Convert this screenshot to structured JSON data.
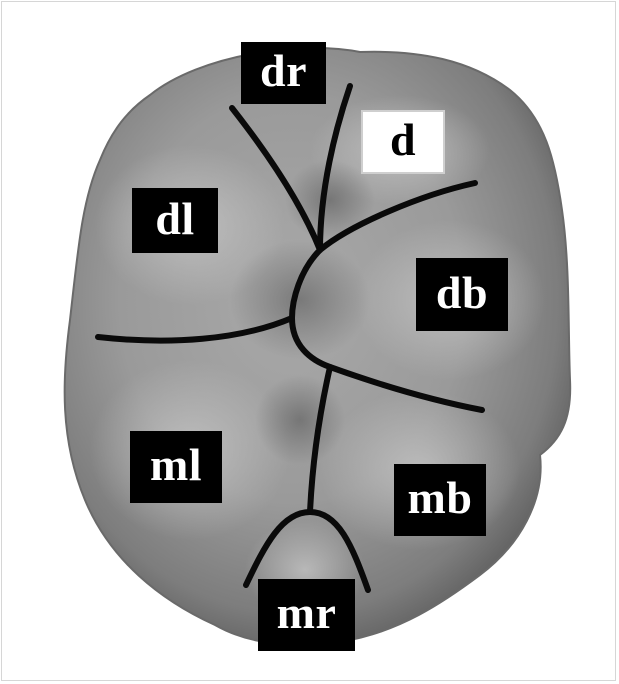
{
  "figure": {
    "labels": {
      "dr": "dr",
      "d": "d",
      "dl": "dl",
      "db": "db",
      "ml": "ml",
      "mb": "mb",
      "mr": "mr"
    }
  },
  "colors": {
    "crown_light": "#bdbdbd",
    "crown_mid": "#8f8f8f",
    "crown_shadow": "#5e5e5e",
    "groove": "#0a0a0a",
    "label_fill": "#000000",
    "label_text": "#ffffff",
    "label_fill_light": "#ffffff",
    "label_text_dark": "#000000"
  }
}
